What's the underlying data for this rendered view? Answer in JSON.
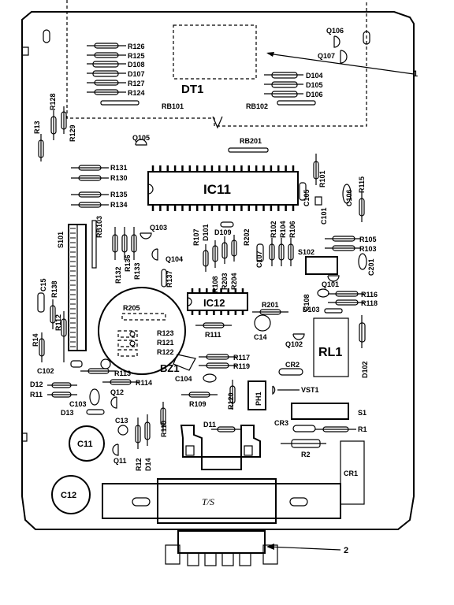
{
  "callouts": {
    "one": "1",
    "two": "2"
  },
  "display_label": "DT1",
  "ic_main": "IC11",
  "ic_second": "IC12",
  "relay": "RL1",
  "buzzer": "BZ1",
  "cap_c11": "C11",
  "cap_c12": "C12",
  "cr1": "CR1",
  "transformer_mark": "T/S",
  "labels": {
    "r126": "R126",
    "r125": "R125",
    "d108": "D108",
    "d107": "D107",
    "r127": "R127",
    "r124": "R124",
    "rb101": "RB101",
    "rb102": "RB102",
    "d104": "D104",
    "d105": "D105",
    "d106": "D106",
    "q106": "Q106",
    "q107": "Q107",
    "r128": "R128",
    "r13": "R13",
    "r129": "R129",
    "q105": "Q105",
    "rb201": "RB201",
    "r131": "R131",
    "r130": "R130",
    "r135": "R135",
    "r134": "R134",
    "r101": "R101",
    "c105": "C105",
    "c101": "C101",
    "c106": "C106",
    "r115": "R115",
    "s101": "S101",
    "rb103": "RB103",
    "q103": "Q103",
    "r107": "R107",
    "d101": "D101",
    "d109": "D109",
    "r202": "R202",
    "r102": "R102",
    "r104": "R104",
    "r106": "R106",
    "r105": "R105",
    "r103": "R103",
    "s102": "S102",
    "c201": "C201",
    "q101": "Q101",
    "c15": "C15",
    "r138": "R138",
    "r132": "R132",
    "r136": "R136",
    "r133": "R133",
    "q104": "Q104",
    "r137": "R137",
    "r108": "R108",
    "r203": "R203",
    "r204": "R204",
    "c107": "C107",
    "c108": "C108",
    "d103": "D103",
    "r116": "R116",
    "r118": "R118",
    "r112": "R112",
    "r205": "R205",
    "r123": "R123",
    "r121": "R121",
    "r122": "R122",
    "r201": "R201",
    "r111": "R111",
    "c14": "C14",
    "q102": "Q102",
    "d102": "D102",
    "r14": "R14",
    "c102": "C102",
    "r113": "R113",
    "r114": "R114",
    "r117": "R117",
    "r119": "R119",
    "c104": "C104",
    "cr2": "CR2",
    "vst1": "VST1",
    "d12": "D12",
    "r11": "R11",
    "c103": "C103",
    "q12": "Q12",
    "r109": "R109",
    "r120": "R120",
    "ph1": "PH1",
    "d13": "D13",
    "s1": "S1",
    "c13": "C13",
    "r110": "R110",
    "d11": "D11",
    "cr3": "CR3",
    "r1": "R1",
    "q11": "Q11",
    "r12": "R12",
    "d14": "D14",
    "r2": "R2"
  }
}
